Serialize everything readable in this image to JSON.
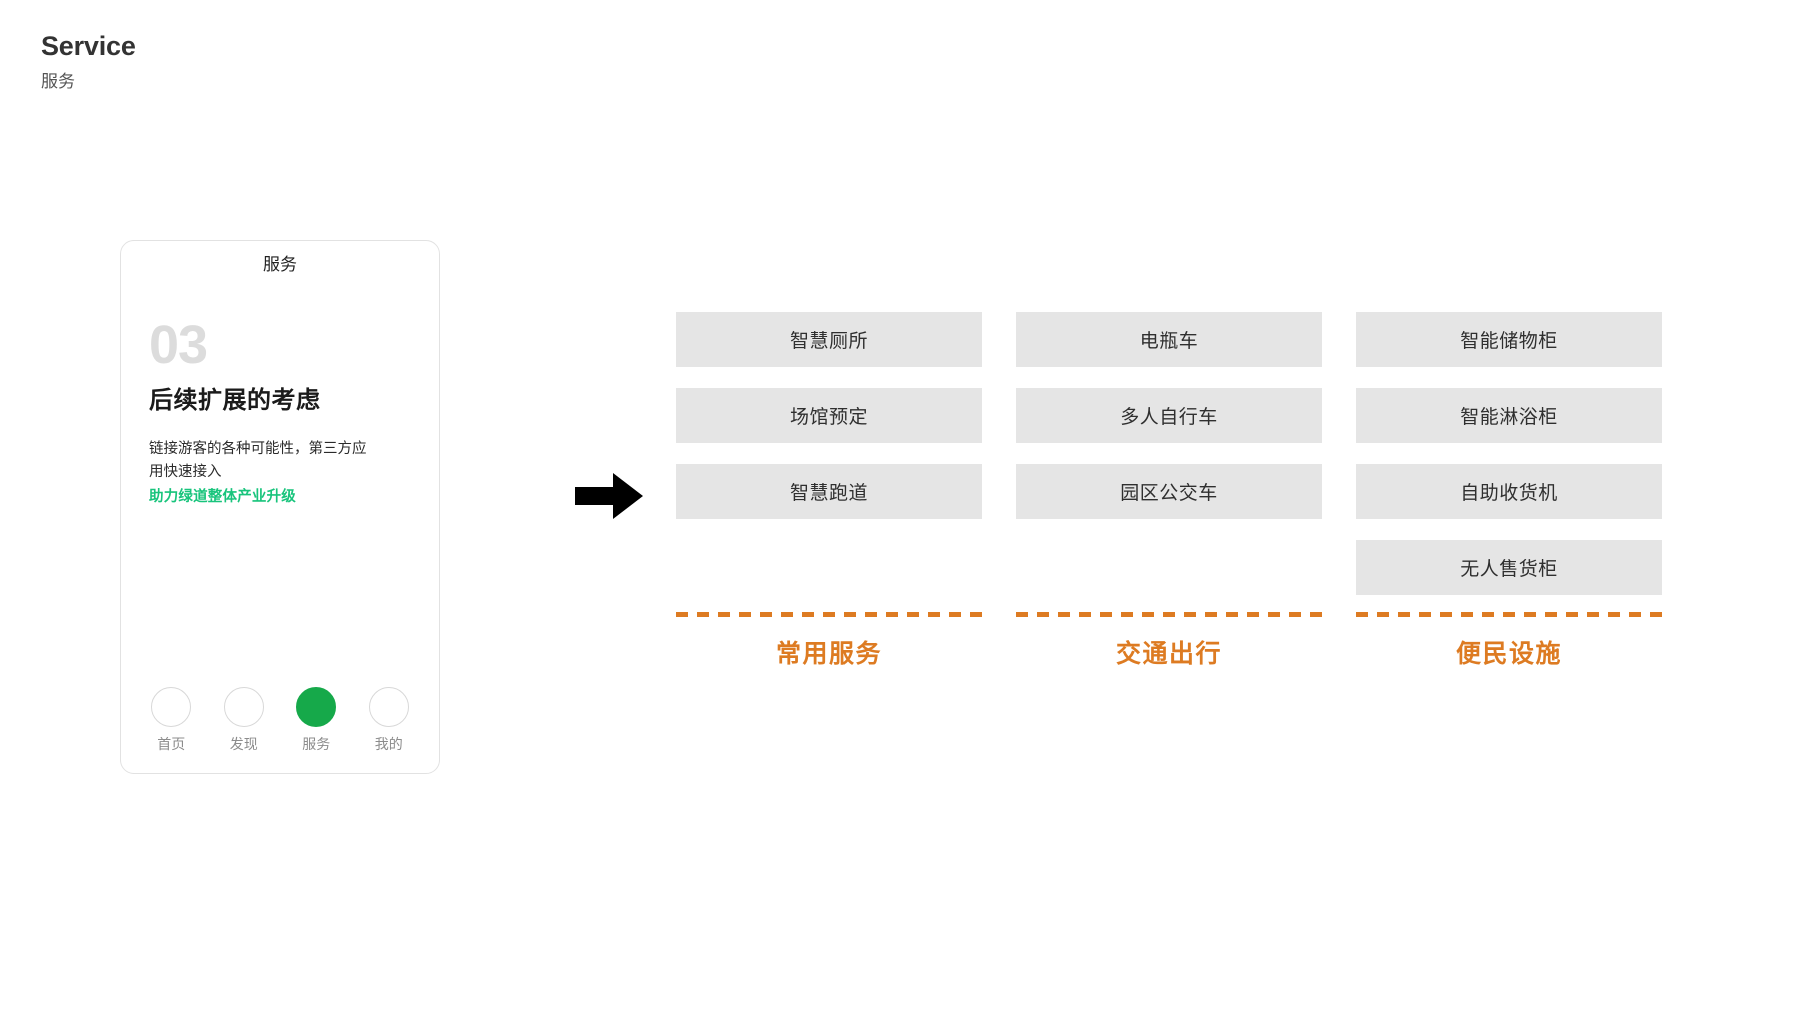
{
  "header": {
    "title_en": "Service",
    "title_cn": "服务"
  },
  "phone": {
    "status_title": "服务",
    "step_number": "03",
    "step_heading": "后续扩展的考虑",
    "step_desc": "链接游客的各种可能性，第三方应用快速接入",
    "step_highlight": "助力绿道整体产业升级",
    "highlight_color": "#18c47c",
    "active_color": "#16a94a",
    "tabs": [
      {
        "label": "首页",
        "icon": "circle-outline-icon",
        "active": false
      },
      {
        "label": "发现",
        "icon": "circle-outline-icon",
        "active": false
      },
      {
        "label": "服务",
        "icon": "circle-filled-icon",
        "active": true
      },
      {
        "label": "我的",
        "icon": "circle-outline-icon",
        "active": false
      }
    ]
  },
  "arrow": {
    "icon": "arrow-right-icon",
    "color": "#000000"
  },
  "accent": {
    "orange": "#dd7b22",
    "chip_bg": "#e5e5e5"
  },
  "columns": [
    {
      "title": "常用服务",
      "chips": [
        "智慧厕所",
        "场馆预定",
        "智慧跑道"
      ]
    },
    {
      "title": "交通出行",
      "chips": [
        "电瓶车",
        "多人自行车",
        "园区公交车"
      ]
    },
    {
      "title": "便民设施",
      "chips": [
        "智能储物柜",
        "智能淋浴柜",
        "自助收货机",
        "无人售货柜"
      ]
    }
  ]
}
